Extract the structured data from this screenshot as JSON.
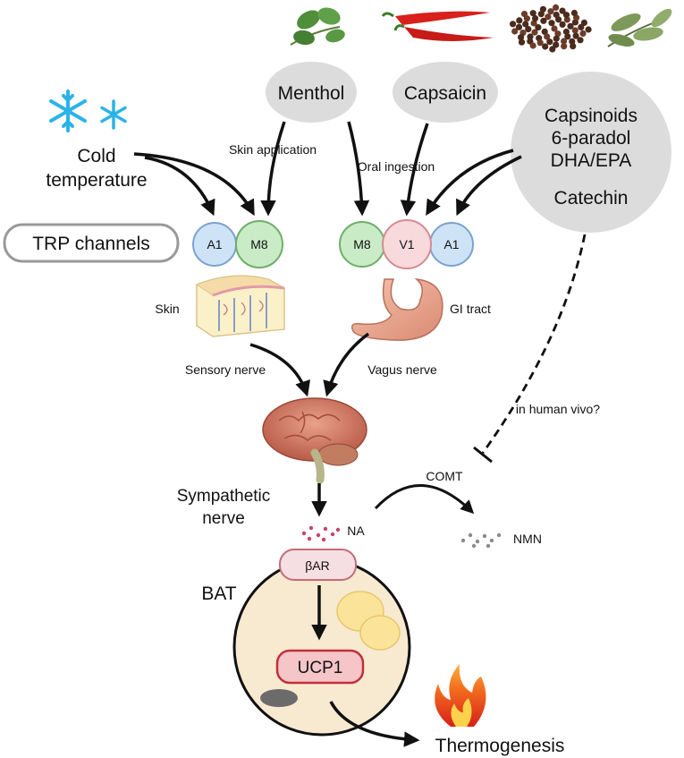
{
  "sources": {
    "menthol": "Menthol",
    "capsaicin": "Capsaicin",
    "others": [
      "Capsinoids",
      "6-paradol",
      "DHA/EPA",
      "Catechin"
    ],
    "cold_line1": "Cold",
    "cold_line2": "temperature"
  },
  "routes": {
    "skin_application": "Skin application",
    "oral_ingestion": "Oral ingestion"
  },
  "trp": {
    "label": "TRP channels",
    "skin_channels": [
      "A1",
      "M8"
    ],
    "gut_channels": [
      "M8",
      "V1",
      "A1"
    ]
  },
  "tissues": {
    "skin": "Skin",
    "gi_tract": "GI tract"
  },
  "nerves": {
    "sensory": "Sensory nerve",
    "vagus": "Vagus nerve",
    "sympathetic_line1": "Sympathetic",
    "sympathetic_line2": "nerve"
  },
  "metabolism": {
    "na": "NA",
    "comt": "COMT",
    "nmn": "NMN",
    "question": "in human vivo?"
  },
  "bat": {
    "label": "BAT",
    "receptor": "βAR",
    "ucp1": "UCP1"
  },
  "output": {
    "thermogenesis": "Thermogenesis"
  },
  "colors": {
    "source_bubble": "#dcdcdc",
    "a1": "#cfe3f7",
    "m8": "#c9ecc6",
    "v1": "#f8d9dc",
    "bat_cell": "#f7ead0",
    "ucp1": "#f5c5c8",
    "ucp1_border": "#c0303a",
    "snowflake": "#2bb3e8"
  }
}
